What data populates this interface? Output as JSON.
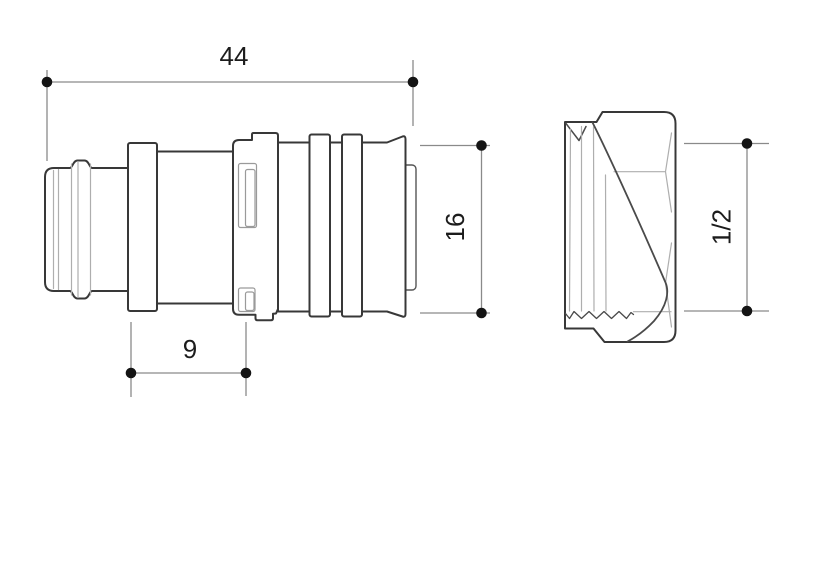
{
  "drawing": {
    "dimensions": {
      "length": "44",
      "diameter": "16",
      "insertion_depth": "9",
      "thread_size": "1/2"
    },
    "colors": {
      "background": "#ffffff",
      "part_outline": "#383838",
      "detail_line": "#aeaeae",
      "dimension_line": "#8a8a8a",
      "marker_dot": "#141414",
      "dimension_text": "#1c1c1c"
    }
  }
}
